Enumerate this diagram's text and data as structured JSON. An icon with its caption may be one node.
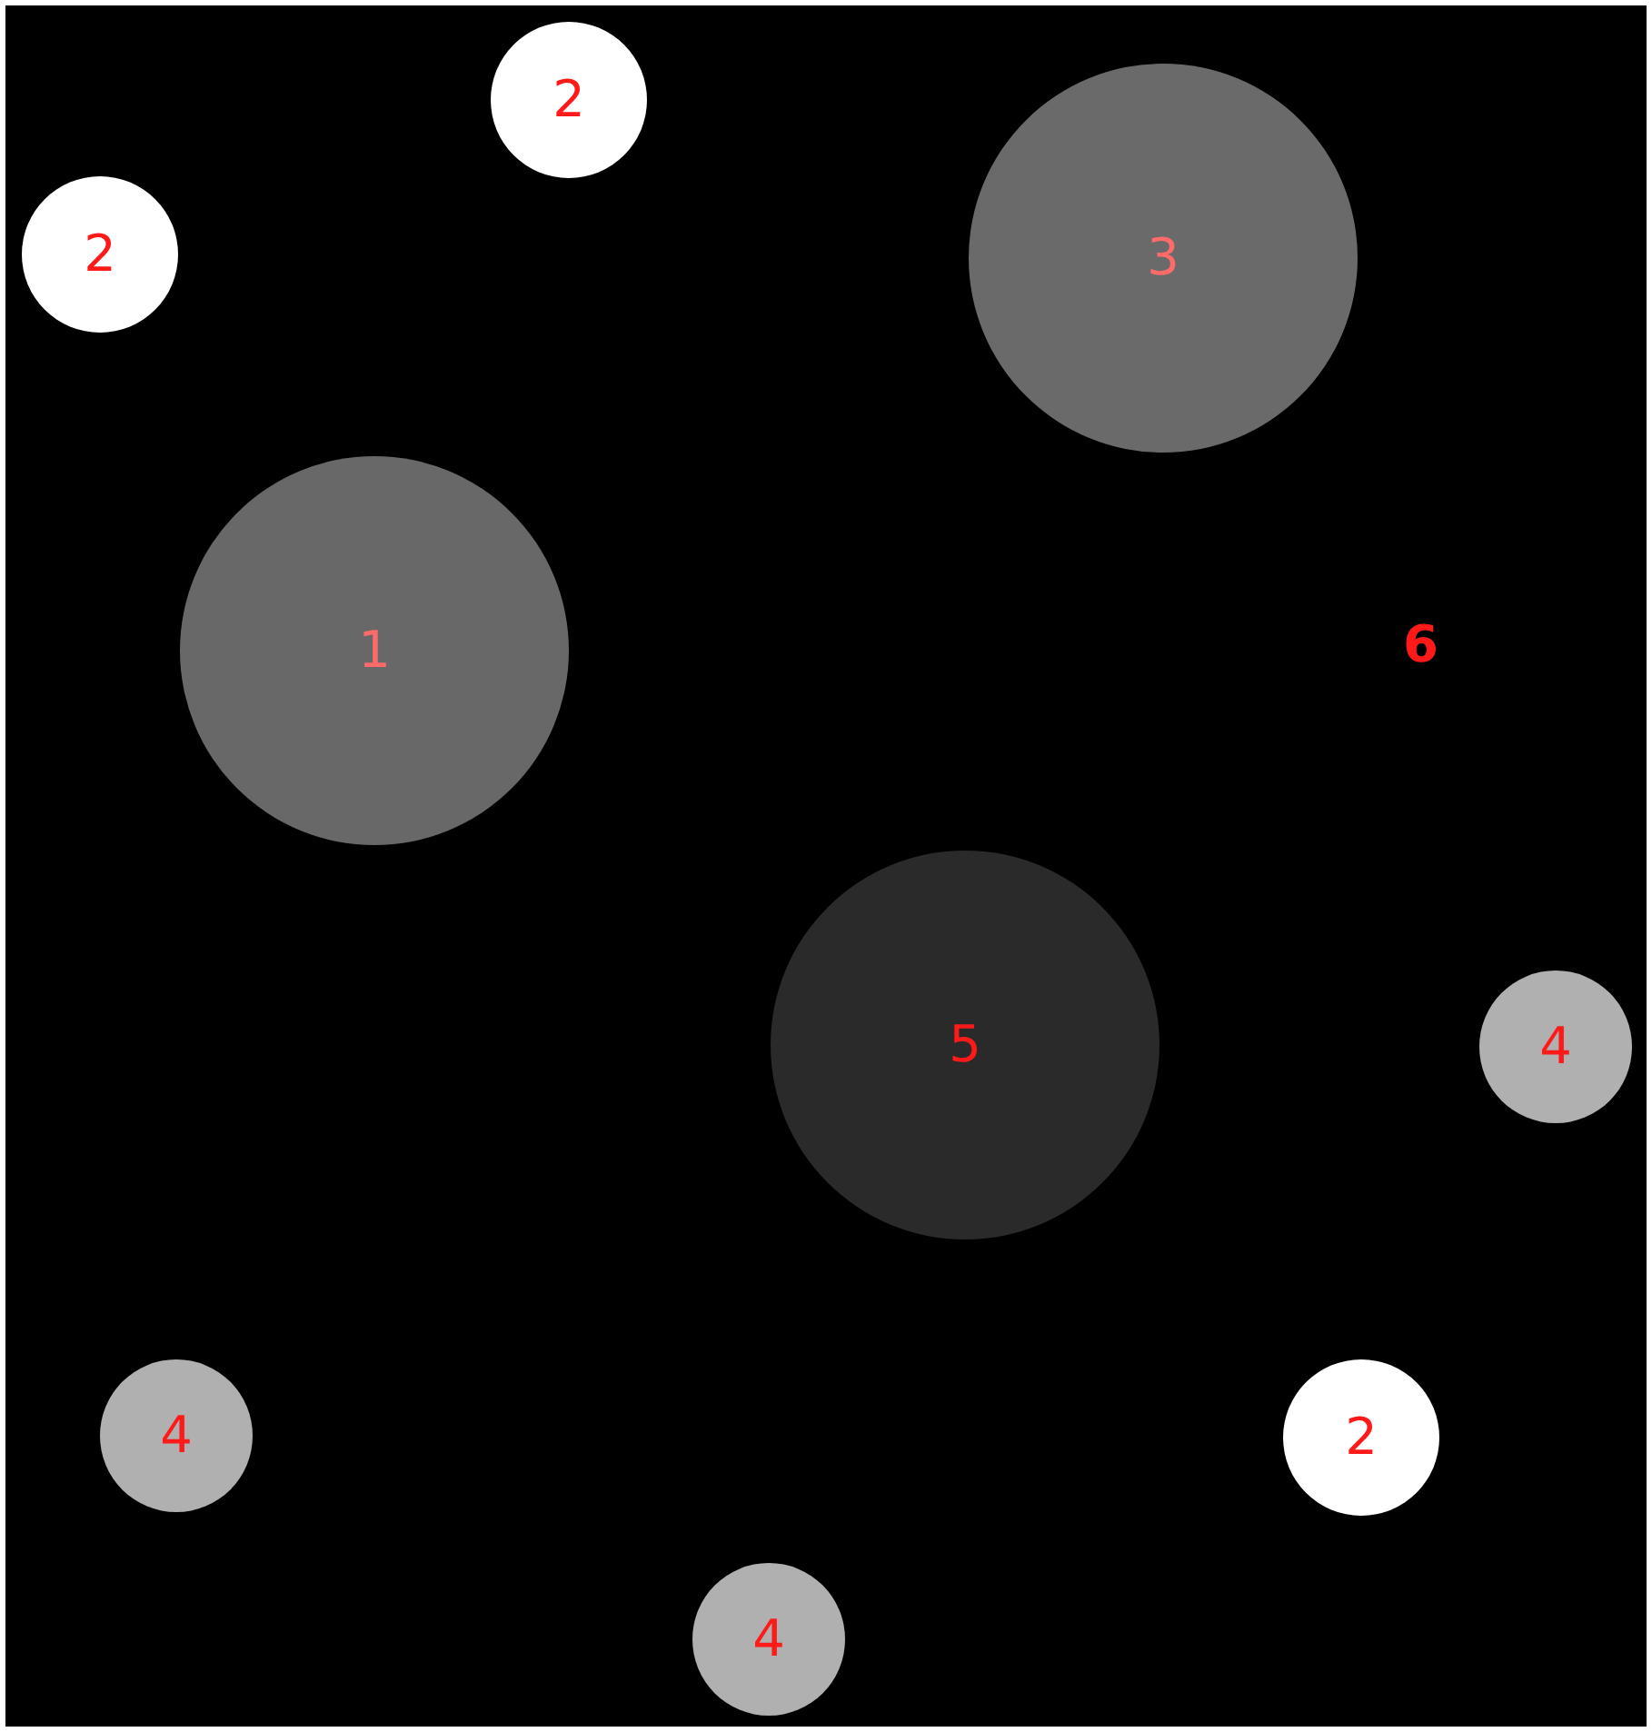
{
  "diagram": {
    "nodes": [
      {
        "text": [
          "2"
        ]
      },
      {
        "text": [
          "2"
        ]
      },
      {
        "text": [
          "3"
        ]
      },
      {
        "text": [
          "1"
        ]
      },
      {
        "text": [
          "5"
        ]
      },
      {
        "text": [
          "4"
        ]
      },
      {
        "text": [
          "4"
        ]
      },
      {
        "text": [
          "2"
        ]
      },
      {
        "text": [
          "4"
        ]
      }
    ],
    "labels": [
      "6"
    ]
  }
}
